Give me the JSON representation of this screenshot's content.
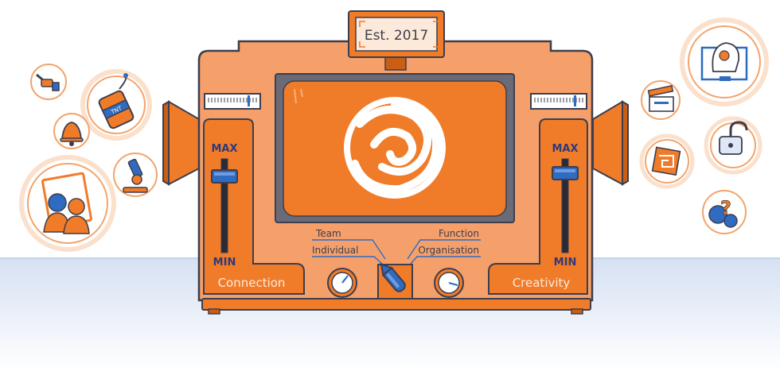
{
  "sign": {
    "text": "Est. 2017"
  },
  "left_slider": {
    "max_label": "MAX",
    "min_label": "MIN",
    "name": "Connection"
  },
  "right_slider": {
    "max_label": "MAX",
    "min_label": "MIN",
    "name": "Creativity"
  },
  "dial": {
    "left_top": "Team",
    "left_bottom": "Individual",
    "right_top": "Function",
    "right_bottom": "Organisation"
  },
  "colors": {
    "body": "#f5a06a",
    "accent": "#f07c2a",
    "dark_orange": "#c95f14",
    "outline": "#3d3d4d",
    "blue": "#2f6bc0",
    "screen_frame": "#6b6b78",
    "floor": "#dde6f4"
  },
  "icons": [
    "plug-icon",
    "tnt-icon",
    "bell-icon",
    "microscope-icon",
    "portrait-people-icon",
    "lightbulb-head-icon",
    "clapperboard-icon",
    "maze-icon",
    "padlock-icon",
    "question-gears-icon",
    "spiral-logo-icon"
  ]
}
